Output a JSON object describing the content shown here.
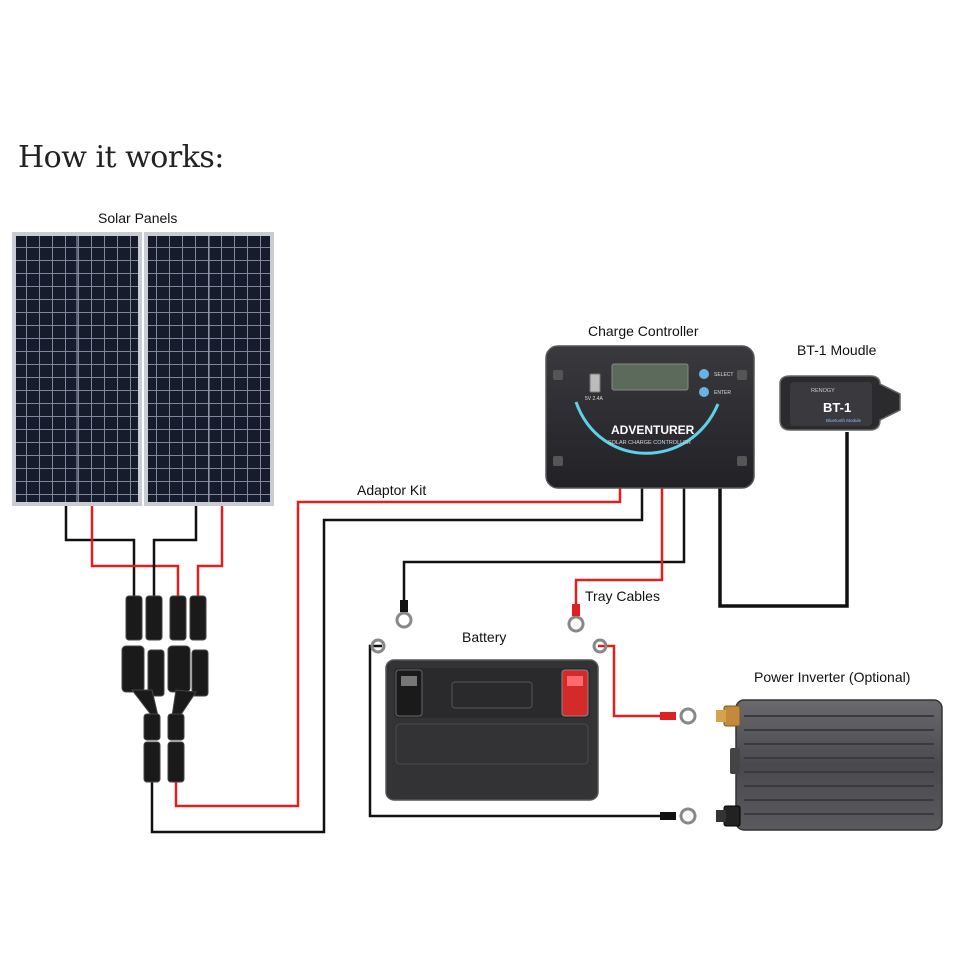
{
  "heading": "How it works:",
  "labels": {
    "solar_panels": "Solar Panels",
    "charge_controller": "Charge Controller",
    "bt_module": "BT-1 Moudle",
    "adaptor_kit": "Adaptor Kit",
    "tray_cables": "Tray Cables",
    "battery": "Battery",
    "power_inverter": "Power Inverter (Optional)"
  },
  "controller": {
    "brand_name": "ADVENTURER",
    "subtitle": "SOLAR CHARGE CONTROLLER",
    "select_label": "SELECT",
    "enter_label": "ENTER",
    "usb_label": "5V 2.4A"
  },
  "bt_device": {
    "brand": "RENOGY",
    "model": "BT-1",
    "caption": "Bluetooth Module"
  },
  "colors": {
    "positive_wire": "#e02020",
    "negative_wire": "#111111",
    "panel_cell": "#161c2c",
    "panel_frame": "#c9ccd2",
    "device_body": "#2b2b2e",
    "accent_cyan": "#5fd0e8"
  }
}
